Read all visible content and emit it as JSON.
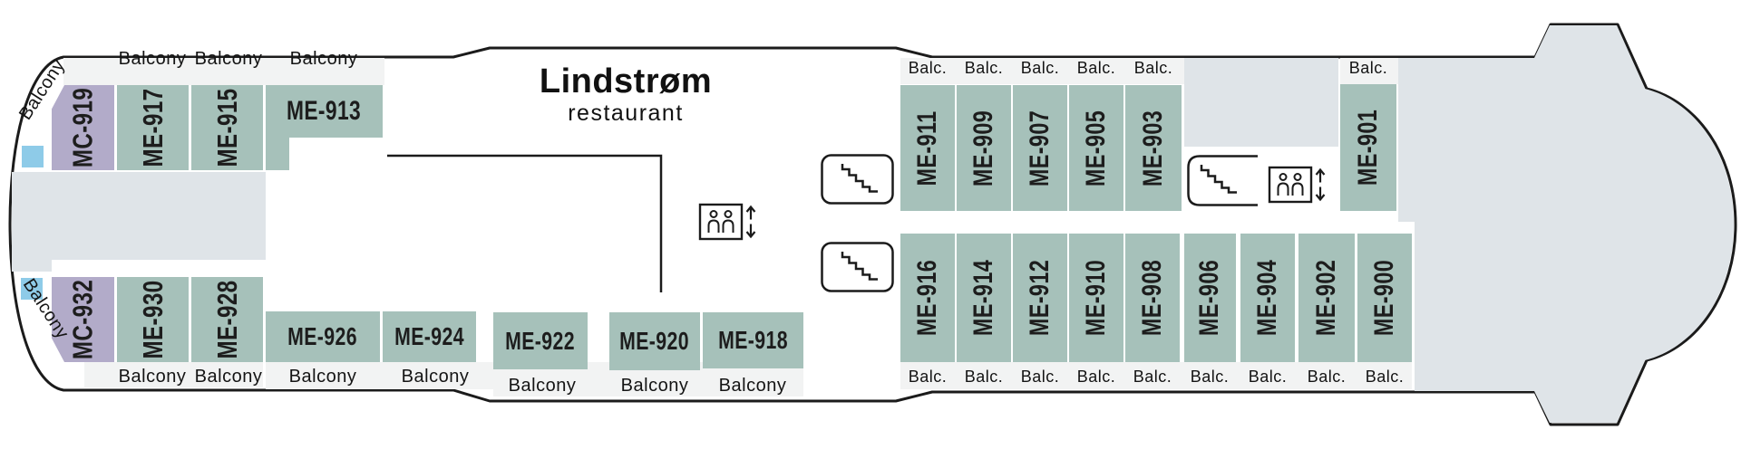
{
  "title": {
    "main": "Lindstrøm",
    "subtitle": "restaurant"
  },
  "labels": {
    "balcony": "Balcony",
    "balc": "Balc."
  },
  "legend_colors": {
    "cabin_teal": "#a6c1ba",
    "cabin_purple": "#b2abc9",
    "deck_gray": "#dfe4e8",
    "marker_blue": "#8ecbe8",
    "outline": "#1b1b1b"
  },
  "cabins": [
    {
      "id": "MC-919"
    },
    {
      "id": "ME-917"
    },
    {
      "id": "ME-915"
    },
    {
      "id": "ME-913"
    },
    {
      "id": "MC-932"
    },
    {
      "id": "ME-930"
    },
    {
      "id": "ME-928"
    },
    {
      "id": "ME-926"
    },
    {
      "id": "ME-924"
    },
    {
      "id": "ME-922"
    },
    {
      "id": "ME-920"
    },
    {
      "id": "ME-918"
    },
    {
      "id": "ME-911"
    },
    {
      "id": "ME-909"
    },
    {
      "id": "ME-907"
    },
    {
      "id": "ME-905"
    },
    {
      "id": "ME-903"
    },
    {
      "id": "ME-901"
    },
    {
      "id": "ME-916"
    },
    {
      "id": "ME-914"
    },
    {
      "id": "ME-912"
    },
    {
      "id": "ME-910"
    },
    {
      "id": "ME-908"
    },
    {
      "id": "ME-906"
    },
    {
      "id": "ME-904"
    },
    {
      "id": "ME-902"
    },
    {
      "id": "ME-900"
    }
  ]
}
